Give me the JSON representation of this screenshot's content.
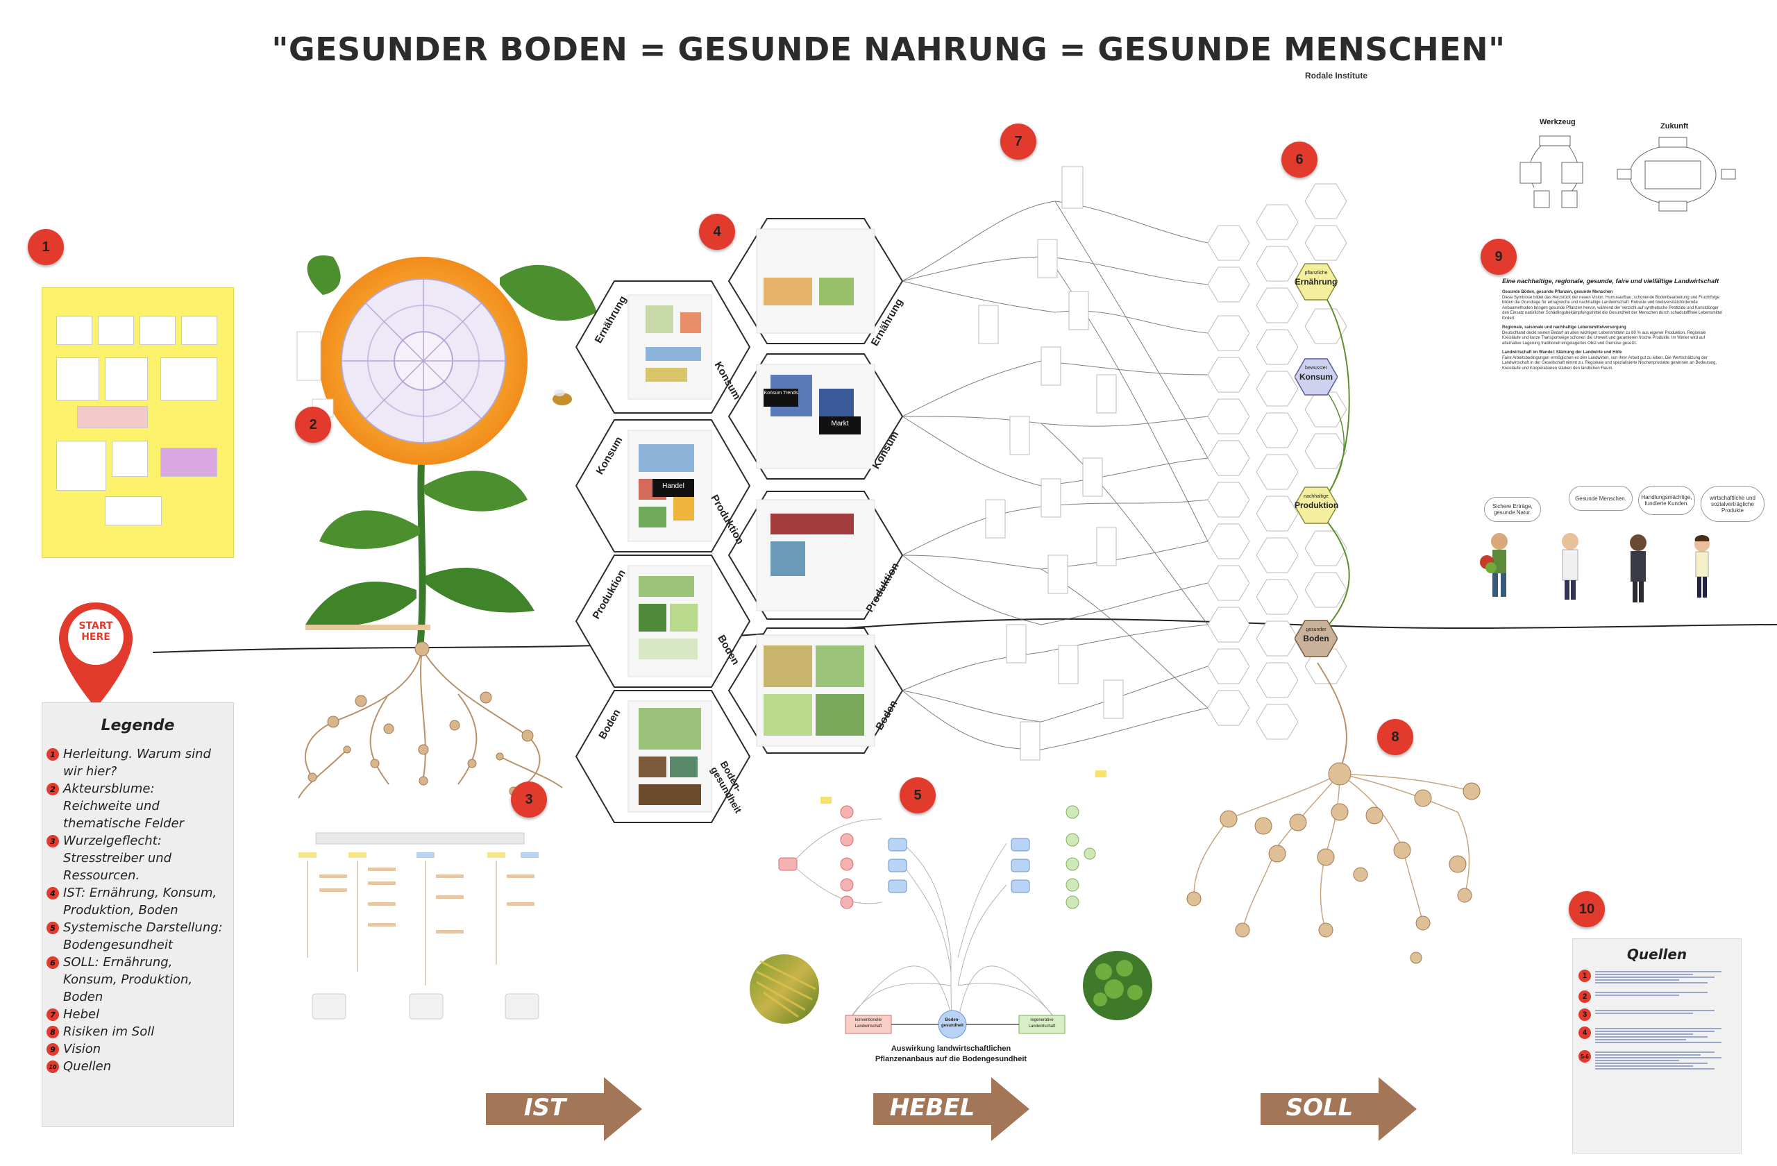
{
  "title": "\"GESUNDER BODEN = GESUNDE NAHRUNG = GESUNDE MENSCHEN\"",
  "subtitle": "Rodale Institute",
  "start_marker": {
    "line1": "START",
    "line2": "HERE"
  },
  "legend": {
    "title": "Legende",
    "items": [
      {
        "num": "1",
        "text": "Herleitung. Warum sind wir hier?"
      },
      {
        "num": "2",
        "text": "Akteursblume: Reichweite und thematische Felder"
      },
      {
        "num": "3",
        "text": "Wurzelgeflecht: Stresstreiber und Ressourcen."
      },
      {
        "num": "4",
        "text": "IST: Ernährung, Konsum, Produktion, Boden"
      },
      {
        "num": "5",
        "text": "Systemische Darstellung: Bodengesundheit"
      },
      {
        "num": "6",
        "text": "SOLL: Ernährung, Konsum, Produktion, Boden"
      },
      {
        "num": "7",
        "text": "Hebel"
      },
      {
        "num": "8",
        "text": "Risiken im Soll"
      },
      {
        "num": "9",
        "text": "Vision"
      },
      {
        "num": "10",
        "text": "Quellen"
      }
    ]
  },
  "badges": [
    "1",
    "2",
    "3",
    "4",
    "5",
    "6",
    "7",
    "8",
    "9",
    "10"
  ],
  "hexagons": {
    "left": [
      "Ernährung",
      "Konsum",
      "Konsum",
      "Produktion",
      "Produktion",
      "Boden",
      "Boden",
      "Boden-\ngesundheit"
    ],
    "right": [
      "Ernährung",
      "Konsum",
      "Produktion",
      "Boden"
    ],
    "inner_labels": {
      "handel": "Handel",
      "markt": "Markt",
      "konsum_trends": "Konsum Trends"
    }
  },
  "soll_nodes": [
    {
      "line1": "pflanzliche",
      "line2": "Ernährung",
      "color": "#f3ef9e"
    },
    {
      "line1": "bewusster",
      "line2": "Konsum",
      "color": "#cfd2ef"
    },
    {
      "line1": "nachhaltige",
      "line2": "Produktion",
      "color": "#f3ef9e"
    },
    {
      "line1": "gesunder",
      "line2": "Boden",
      "color": "#c9b19c"
    }
  ],
  "section5": {
    "caption_line1": "Auswirkung landwirtschaftlichen",
    "caption_line2": "Pflanzenanbaus auf die Bodengesundheit",
    "node_left": "konventionelle Landwirtschaft",
    "node_center": "Boden-gesundheit",
    "node_right": "regenerative Landwirtschaft"
  },
  "arrows": [
    "IST",
    "HEBEL",
    "SOLL"
  ],
  "top_right": {
    "werkzeug": "Werkzeug",
    "zukunft": "Zukunft"
  },
  "vision": {
    "heading": "Eine nachhaltige, regionale, gesunde, faire und vielfältige Landwirtschaft",
    "paragraphs": [
      {
        "head": "Gesunde Böden, gesunde Pflanzen, gesunde Menschen",
        "body": "Diese Symbiose bildet das Herzstück der neuen Vision. Humusaufbau, schonende Bodenbearbeitung und Fruchtfolge bilden die Grundlage für ertragreiche und nachhaltige Landwirtschaft. Robuste und biodiversitätsfördernde Anbaumethoden bringen gesunde Pflanzen hervor, während der Verzicht auf synthetische Pestizide und Kunstdünger den Einsatz natürlicher Schädlingsbekämpfungsmittel die Gesundheit der Menschen durch schadstofffreie Lebensmittel fördert."
      },
      {
        "head": "Regionale, saisonale und nachhaltige Lebensmittelversorgung",
        "body": "Deutschland deckt seinen Bedarf an allen wichtigen Lebensmitteln zu 80 % aus eigener Produktion. Regionale Kreisläufe und kurze Transportwege schonen die Umwelt und garantieren frische Produkte. Im Winter wird auf alternative Lagerung traditionell eingelagertes Obst und Gemüse gesetzt."
      },
      {
        "head": "Landwirtschaft im Wandel: Stärkung der Landwirte und Höfe",
        "body": "Faire Arbeitsbedingungen ermöglichen es den Landwirten, von ihrer Arbeit gut zu leben. Die Wertschätzung der Landwirtschaft in der Gesellschaft nimmt zu. Regionale und spezialisierte Nischenprodukte gewinnen an Bedeutung, Kreisläufe und Kooperationen stärken den ländlichen Raum."
      }
    ]
  },
  "speech_bubbles": [
    "Sichere Erträge, gesunde Natur.",
    "Gesunde Menschen.",
    "Handlungsmächtige, fundierte Kunden.",
    "wirtschaftliche und sozialverträgliche Produkte"
  ],
  "quellen": {
    "title": "Quellen",
    "rows": [
      "1",
      "2",
      "3",
      "4",
      "5-6"
    ]
  },
  "colors": {
    "badge": "#e23b2e",
    "arrow": "#a27657",
    "yellow_poster": "#fbf16a",
    "root": "#b8916b"
  }
}
